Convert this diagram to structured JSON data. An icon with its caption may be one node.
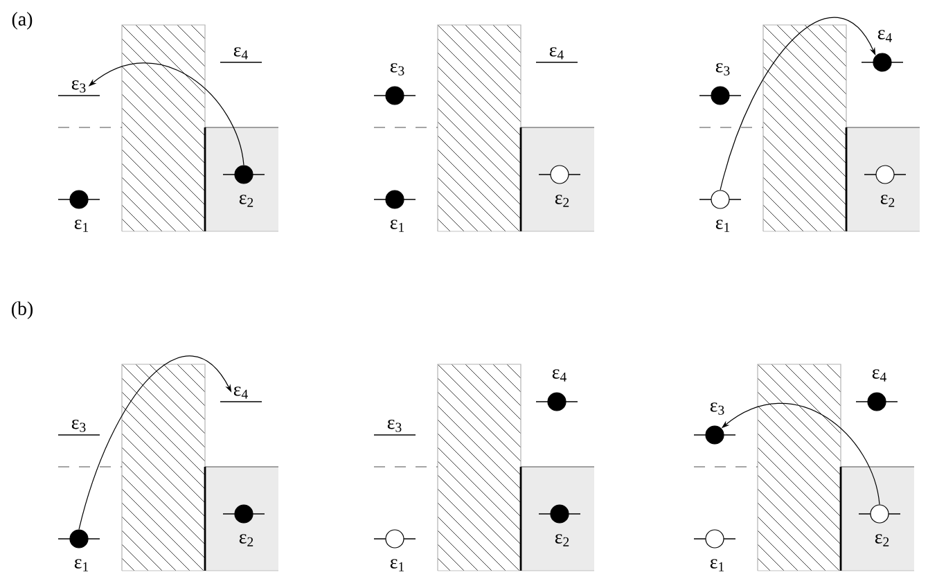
{
  "diagram": {
    "nodes": [
      {
        "text": [
          "ε$_{4}$"
        ]
      },
      {
        "text": [
          "ε$_{3}$"
        ]
      },
      {
        "text": [],
        "shape": "dot",
        "beside": [
          "ε$_{2}$"
        ]
      },
      {
        "text": [],
        "shape": "dot",
        "beside": [
          "ε$_{1}$"
        ]
      },
      {
        "text": [
          "ε$_{4}$"
        ]
      },
      {
        "text": [],
        "shape": "dot",
        "beside": [
          "ε$_{3}$"
        ]
      },
      {
        "text": [],
        "shape": "circle",
        "beside": [
          "ε$_{2}$"
        ]
      },
      {
        "text": [],
        "shape": "dot",
        "beside": [
          "ε$_{1}$"
        ]
      },
      {
        "text": [],
        "shape": "dot",
        "beside": [
          "ε$_{4}$"
        ]
      },
      {
        "text": [],
        "shape": "dot",
        "beside": [
          "ε$_{3}$"
        ]
      },
      {
        "text": [],
        "shape": "circle",
        "beside": [
          "ε$_{2}$"
        ]
      },
      {
        "text": [],
        "shape": "circle",
        "beside": [
          "ε$_{1}$"
        ]
      },
      {
        "text": [
          "ε$_{4}$"
        ]
      },
      {
        "text": [
          "ε$_{3}$"
        ]
      },
      {
        "text": [],
        "shape": "dot",
        "beside": [
          "ε$_{2}$"
        ]
      },
      {
        "text": [],
        "shape": "dot",
        "beside": [
          "ε$_{1}$"
        ]
      },
      {
        "text": [],
        "shape": "dot",
        "beside": [
          "ε$_{4}$"
        ]
      },
      {
        "text": [
          "ε$_{3}$"
        ]
      },
      {
        "text": [],
        "shape": "dot",
        "beside": [
          "ε$_{2}$"
        ]
      },
      {
        "text": [],
        "shape": "circle",
        "beside": [
          "ε$_{1}$"
        ]
      },
      {
        "text": [],
        "shape": "dot",
        "beside": [
          "ε$_{4}$"
        ]
      },
      {
        "text": [],
        "shape": "dot",
        "beside": [
          "ε$_{3}$"
        ]
      },
      {
        "text": [],
        "shape": "circle",
        "beside": [
          "ε$_{2}$"
        ]
      },
      {
        "text": [],
        "shape": "circle",
        "beside": [
          "ε$_{1}$"
        ]
      }
    ],
    "edges": [
      {
        "from": 2,
        "to": 1,
        "arrow": "to"
      },
      {
        "from": 11,
        "to": 8,
        "arrow": "to"
      },
      {
        "from": 15,
        "to": 12,
        "arrow": "to"
      },
      {
        "from": 22,
        "to": 21,
        "arrow": "to"
      }
    ],
    "labels": [
      "(a)",
      "(b)"
    ]
  }
}
